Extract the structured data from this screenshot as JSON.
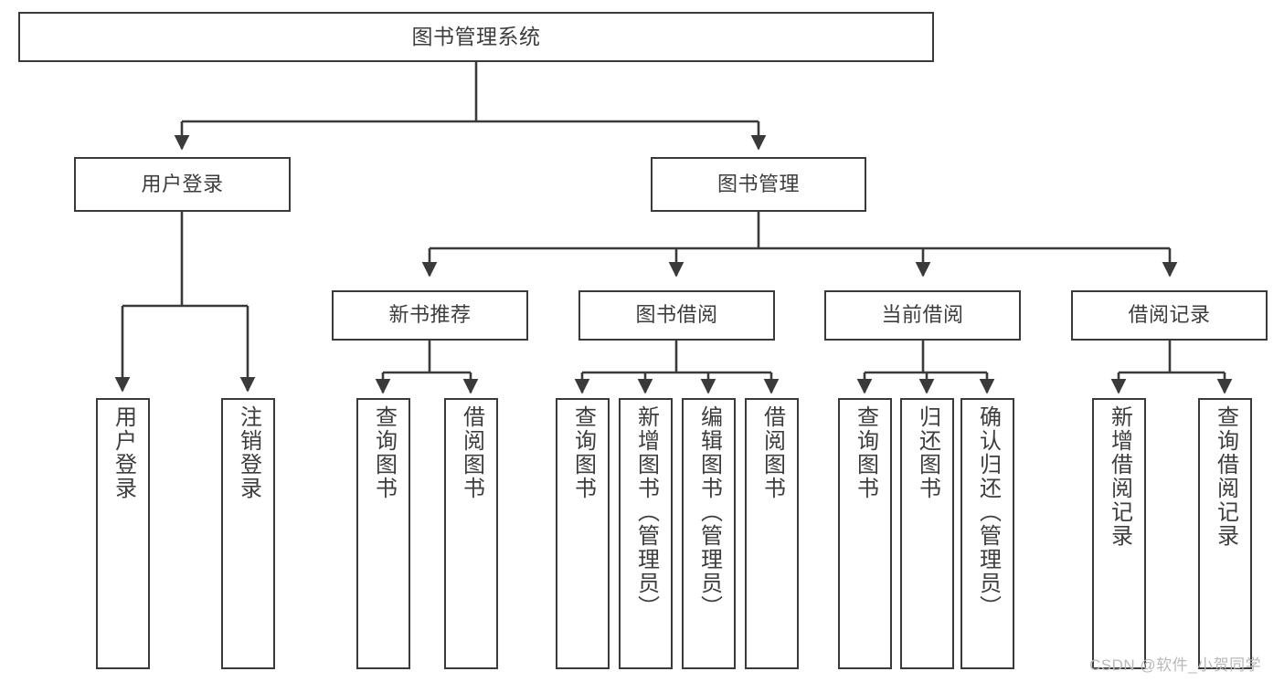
{
  "diagram": {
    "type": "tree",
    "title": "图书管理系统",
    "orientation": "top-down",
    "colors": {
      "stroke": "#3a3a3a",
      "fill": "#ffffff",
      "text": "#3d3d3d",
      "watermark": "#b9b9b9"
    },
    "nodes": {
      "root": {
        "label": "图书管理系统"
      },
      "level2": [
        {
          "label": "用户登录"
        },
        {
          "label": "图书管理"
        }
      ],
      "level3": [
        {
          "label": "新书推荐"
        },
        {
          "label": "图书借阅"
        },
        {
          "label": "当前借阅"
        },
        {
          "label": "借阅记录"
        }
      ],
      "leaves_user_login": [
        {
          "label": "用户登录"
        },
        {
          "label": "注销登录"
        }
      ],
      "leaves_new_book": [
        {
          "label": "查询图书"
        },
        {
          "label": "借阅图书"
        }
      ],
      "leaves_borrow": [
        {
          "label": "查询图书"
        },
        {
          "label": "新增图书（管理员）"
        },
        {
          "label": "编辑图书（管理员）"
        },
        {
          "label": "借阅图书"
        }
      ],
      "leaves_current": [
        {
          "label": "查询图书"
        },
        {
          "label": "归还图书"
        },
        {
          "label": "确认归还（管理员）"
        }
      ],
      "leaves_record": [
        {
          "label": "新增借阅记录"
        },
        {
          "label": "查询借阅记录"
        }
      ]
    },
    "edges": [
      {
        "from": "图书管理系统",
        "to": "用户登录"
      },
      {
        "from": "图书管理系统",
        "to": "图书管理"
      },
      {
        "from": "用户登录",
        "to": "用户登录"
      },
      {
        "from": "用户登录",
        "to": "注销登录"
      },
      {
        "from": "图书管理",
        "to": "新书推荐"
      },
      {
        "from": "图书管理",
        "to": "图书借阅"
      },
      {
        "from": "图书管理",
        "to": "当前借阅"
      },
      {
        "from": "图书管理",
        "to": "借阅记录"
      },
      {
        "from": "新书推荐",
        "to": "查询图书"
      },
      {
        "from": "新书推荐",
        "to": "借阅图书"
      },
      {
        "from": "图书借阅",
        "to": "查询图书"
      },
      {
        "from": "图书借阅",
        "to": "新增图书（管理员）"
      },
      {
        "from": "图书借阅",
        "to": "编辑图书（管理员）"
      },
      {
        "from": "图书借阅",
        "to": "借阅图书"
      },
      {
        "from": "当前借阅",
        "to": "查询图书"
      },
      {
        "from": "当前借阅",
        "to": "归还图书"
      },
      {
        "from": "当前借阅",
        "to": "确认归还（管理员）"
      },
      {
        "from": "借阅记录",
        "to": "新增借阅记录"
      },
      {
        "from": "借阅记录",
        "to": "查询借阅记录"
      }
    ],
    "watermark": "CSDN @软件_小贺同学"
  }
}
